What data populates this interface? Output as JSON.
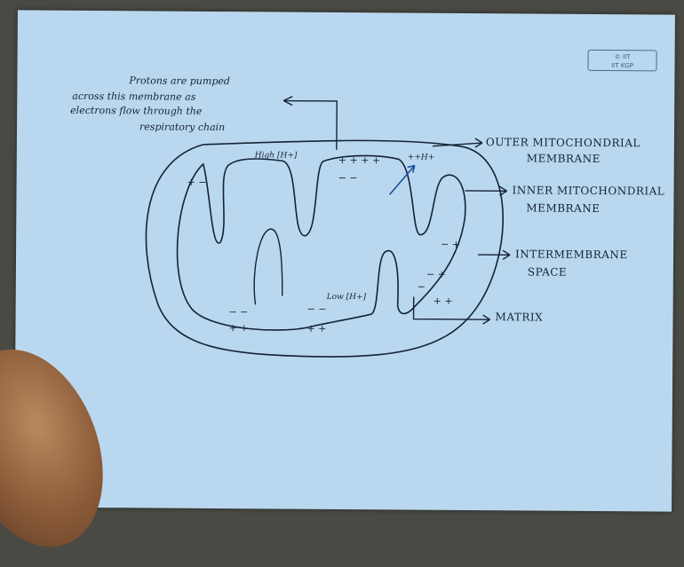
{
  "stamp": {
    "line1": "© IIT",
    "line2": "IIT KGP"
  },
  "note": {
    "line1": "Protons are pumped",
    "line2": "across this membrane as",
    "line3": "electrons flow through the",
    "line4": "respiratory chain"
  },
  "labels": {
    "outer": "OUTER MITOCHONDRIAL",
    "outer2": "MEMBRANE",
    "inner": "INNER MITOCHONDRIAL",
    "inner2": "MEMBRANE",
    "intermembrane": "INTERMEMBRANE",
    "intermembrane2": "SPACE",
    "matrix": "MATRIX"
  },
  "diagram": {
    "high_h": "High [H+]",
    "low_h": "Low [H+]",
    "atp_mark": "++H+",
    "charges": [
      "+ + + +",
      "− −",
      "+ −",
      "− −",
      "+ +",
      "− +",
      "− +",
      "+ +",
      "+ +",
      "− −",
      "−"
    ]
  },
  "colors": {
    "paper": "#b9d8ef",
    "ink": "#152235"
  }
}
